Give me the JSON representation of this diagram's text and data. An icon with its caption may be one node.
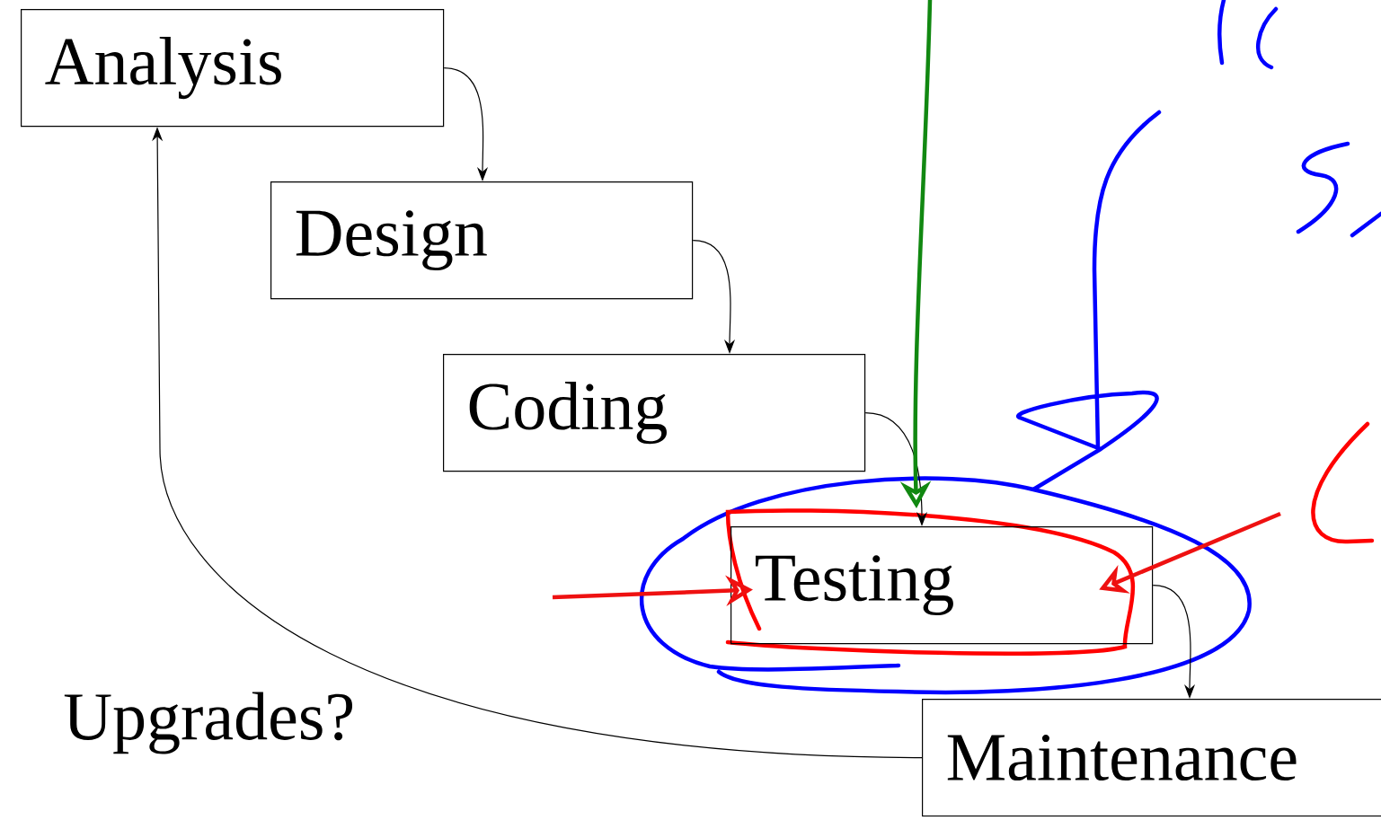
{
  "diagram": {
    "nodes": [
      {
        "text": [
          "Analysis"
        ]
      },
      {
        "text": [
          "Design"
        ]
      },
      {
        "text": [
          "Coding"
        ]
      },
      {
        "text": [
          "Testing"
        ]
      },
      {
        "text": [
          "Maintenance"
        ]
      }
    ],
    "edges": [
      {
        "from": 0,
        "to": 1,
        "arrow": "to"
      },
      {
        "from": 1,
        "to": 2,
        "arrow": "to"
      },
      {
        "from": 2,
        "to": 3,
        "arrow": "to"
      },
      {
        "from": 3,
        "to": 4,
        "arrow": "to"
      },
      {
        "from": 4,
        "to": 0,
        "arrow": "to"
      },
      {
        "from": null,
        "to": 3,
        "arrow": "to",
        "style": "thick",
        "color": "#118811"
      },
      {
        "from": null,
        "to": 3,
        "arrow": "to",
        "style": "thick",
        "color": "#ee1111"
      },
      {
        "from": null,
        "to": 3,
        "arrow": "to",
        "style": "thick",
        "color": "#ee1111"
      }
    ],
    "labels": [
      "Upgrades?"
    ]
  }
}
